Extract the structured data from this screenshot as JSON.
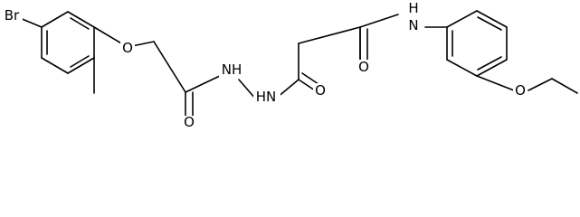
{
  "atoms": {
    "br": "Br",
    "o_ether": "O",
    "o_amide1": "O",
    "nh1": "NH",
    "hn2": "HN",
    "o_amide2": "O",
    "o_amide3": "O",
    "nh3": "H\nN",
    "n3": "N",
    "h3": "H",
    "o_ethoxy": "O"
  },
  "colors": {
    "bond": "#000000",
    "label": "#000000",
    "background": "#ffffff"
  }
}
